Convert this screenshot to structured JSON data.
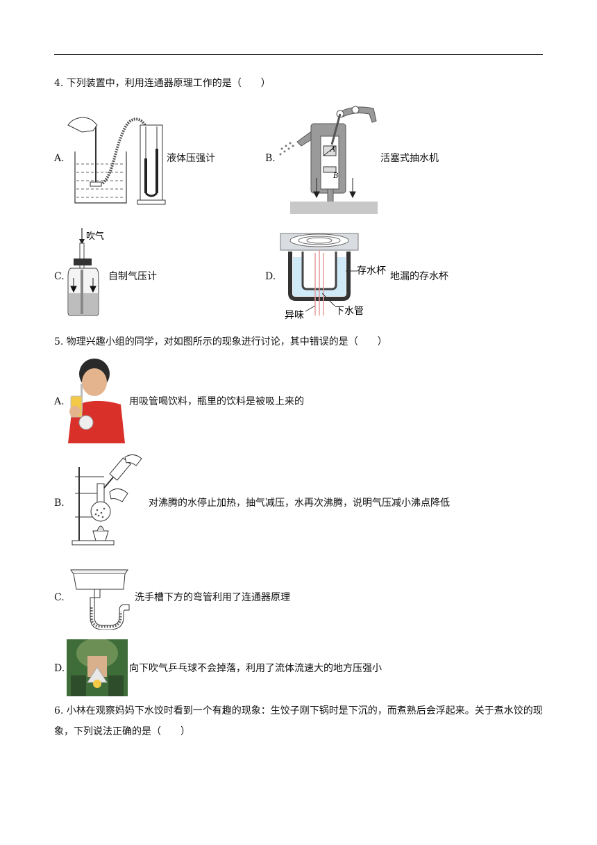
{
  "q4": {
    "stem": "4. 下列装置中，利用连通器原理工作的是（　　）",
    "options": [
      {
        "letter": "A.",
        "text": "液体压强计"
      },
      {
        "letter": "B.",
        "text": "活塞式抽水机"
      },
      {
        "letter": "C.",
        "text": "自制气压计"
      },
      {
        "letter": "D.",
        "text": "地漏的存水杯"
      }
    ],
    "figB_labels": {
      "a": "A",
      "b": "B"
    },
    "figC_label": "吹气",
    "figD_labels": {
      "cup": "存水杯",
      "pipe": "下水管",
      "smell": "异味"
    }
  },
  "q5": {
    "stem": "5. 物理兴趣小组的同学，对如图所示的现象进行讨论，其中错误的是（　　）",
    "options": [
      {
        "letter": "A.",
        "text": "用吸管喝饮料，瓶里的饮料是被吸上来的"
      },
      {
        "letter": "B.",
        "text": "对沸腾的水停止加热，抽气减压，水再次沸腾，说明气压减小沸点降低"
      },
      {
        "letter": "C.",
        "text": "洗手槽下方的弯管利用了连通器原理"
      },
      {
        "letter": "D.",
        "text": "向下吹气乒乓球不会掉落，利用了流体流速大的地方压强小"
      }
    ]
  },
  "q6": {
    "stem": "6. 小林在观察妈妈下水饺时看到一个有趣的现象：生饺子刚下锅时是下沉的，而煮熟后会浮起来。关于煮水饺的现象，下列说法正确的是（　　）"
  }
}
